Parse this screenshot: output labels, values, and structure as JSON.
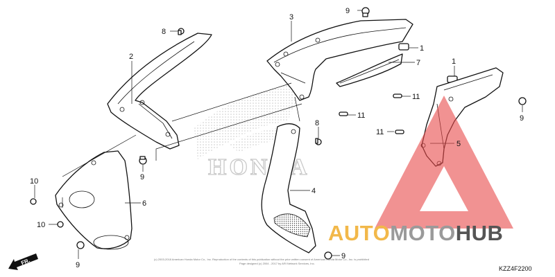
{
  "diagram": {
    "callouts": [
      {
        "id": "c3",
        "label": "3"
      },
      {
        "id": "c9a",
        "label": "9"
      },
      {
        "id": "c1a",
        "label": "1"
      },
      {
        "id": "c7",
        "label": "7"
      },
      {
        "id": "c11a",
        "label": "11"
      },
      {
        "id": "c8a",
        "label": "8"
      },
      {
        "id": "c2",
        "label": "2"
      },
      {
        "id": "c1b",
        "label": "1"
      },
      {
        "id": "c9b",
        "label": "9"
      },
      {
        "id": "c11b",
        "label": "11"
      },
      {
        "id": "c8b",
        "label": "8"
      },
      {
        "id": "c11c",
        "label": "11"
      },
      {
        "id": "c5",
        "label": "5"
      },
      {
        "id": "c9c",
        "label": "9"
      },
      {
        "id": "c10a",
        "label": "10"
      },
      {
        "id": "c6",
        "label": "6"
      },
      {
        "id": "c4",
        "label": "4"
      },
      {
        "id": "c10b",
        "label": "10"
      },
      {
        "id": "c9d",
        "label": "9"
      },
      {
        "id": "c9e",
        "label": "9"
      }
    ],
    "direction_label": "FR.",
    "diagram_code": "KZZ4F2200",
    "background_logo_text": "HONDA",
    "copyright_line1": "(c) 2003-2018 American Honda Motor Co., Inc. Reproduction of the contents of this publication without the prior written consent of American Honda Motor Co., Inc. is prohibited",
    "copyright_line2": "Page designed (c) 2004 - 2017 by ARI Network Services, Inc."
  },
  "watermark": {
    "part1": "AUTO",
    "part2": "MOTO",
    "part3": "HUB"
  },
  "colors": {
    "watermark_triangle": "#e84a4a",
    "watermark_auto": "#f2b84a",
    "watermark_moto": "#9a9a9a",
    "watermark_hub": "#555555"
  }
}
